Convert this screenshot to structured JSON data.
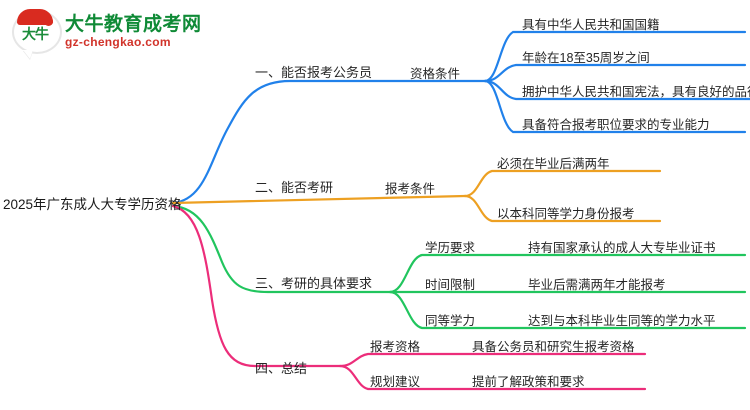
{
  "logo": {
    "mark_text": "大牛",
    "title": "大牛教育成考网",
    "subtitle": "gz-chengkao.com",
    "title_color": "#0f8a36",
    "subtitle_color": "#d1332a",
    "cap_color": "#d92b20"
  },
  "mindmap": {
    "root": {
      "label": "2025年广东成人大专学历资格"
    },
    "branch_colors": {
      "blue": "#2181ea",
      "orange": "#eda022",
      "green": "#21c55e",
      "pink": "#ec2d7a"
    },
    "branches": [
      {
        "id": "branch-1",
        "label": "一、能否报考公务员",
        "color": "#2181ea",
        "children": [
          {
            "label": "资格条件",
            "leaves": [
              "具有中华人民共和国国籍",
              "年龄在18至35周岁之间",
              "拥护中华人民共和国宪法，具有良好的品行",
              "具备符合报考职位要求的专业能力"
            ]
          }
        ]
      },
      {
        "id": "branch-2",
        "label": "二、能否考研",
        "color": "#eda022",
        "children": [
          {
            "label": "报考条件",
            "leaves": [
              "必须在毕业后满两年",
              "以本科同等学力身份报考"
            ]
          }
        ]
      },
      {
        "id": "branch-3",
        "label": "三、考研的具体要求",
        "color": "#21c55e",
        "children": [
          {
            "label": "学历要求",
            "leaves": [
              "持有国家承认的成人大专毕业证书"
            ]
          },
          {
            "label": "时间限制",
            "leaves": [
              "毕业后需满两年才能报考"
            ]
          },
          {
            "label": "同等学力",
            "leaves": [
              "达到与本科毕业生同等的学力水平"
            ]
          }
        ]
      },
      {
        "id": "branch-4",
        "label": "四、总结",
        "color": "#ec2d7a",
        "children": [
          {
            "label": "报考资格",
            "leaves": [
              "具备公务员和研究生报考资格"
            ]
          },
          {
            "label": "规划建议",
            "leaves": [
              "提前了解政策和要求"
            ]
          }
        ]
      }
    ]
  }
}
